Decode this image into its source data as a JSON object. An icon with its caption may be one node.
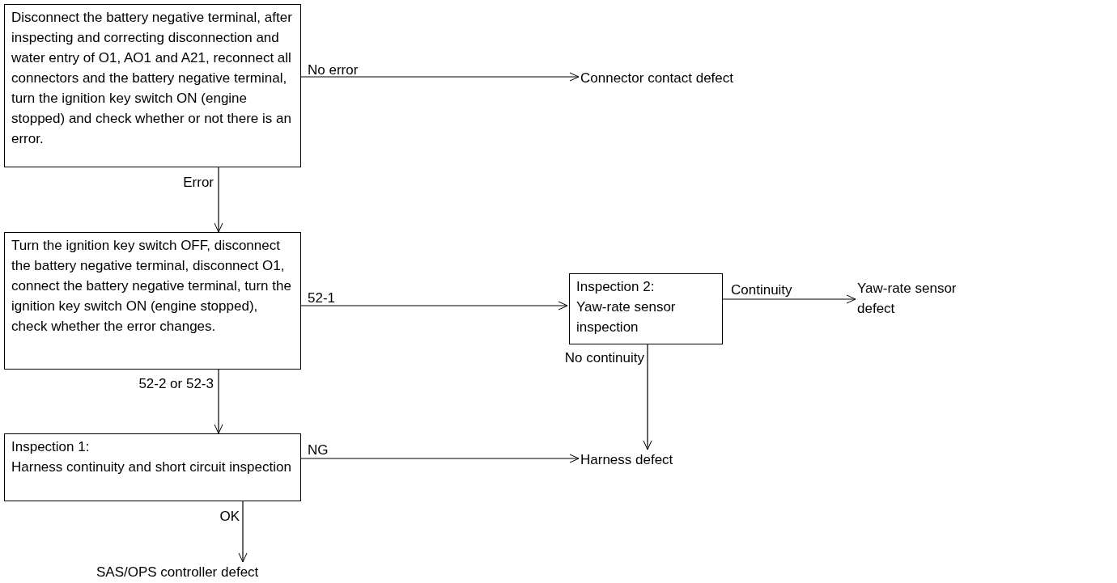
{
  "diagram": {
    "nodes": [
      {
        "text": [
          "Disconnect the battery negative terminal, after inspecting and correcting disconnection and water entry of O1, AO1 and A21, reconnect all connectors and the battery negative terminal, turn the ignition key switch ON (engine stopped) and check whether or not there is an error."
        ]
      },
      {
        "text": [
          "Connector contact defect"
        ]
      },
      {
        "text": [
          "Turn the ignition key switch OFF, disconnect the battery negative terminal, disconnect O1, connect the battery negative terminal, turn the ignition key switch ON (engine stopped), check whether the error changes."
        ]
      },
      {
        "text": [
          "Inspection 2:",
          "Yaw-rate sensor inspection"
        ]
      },
      {
        "text": [
          "Yaw-rate sensor defect"
        ]
      },
      {
        "text": [
          "Inspection 1:",
          "Harness continuity and short circuit inspection"
        ]
      },
      {
        "text": [
          "Harness defect"
        ]
      },
      {
        "text": [
          "SAS/OPS controller defect"
        ]
      }
    ],
    "edges": [
      {
        "from": 0,
        "to": 1,
        "arrow": "to",
        "label": "No error"
      },
      {
        "from": 0,
        "to": 2,
        "arrow": "to",
        "label": "Error"
      },
      {
        "from": 2,
        "to": 3,
        "arrow": "to",
        "label": "52-1"
      },
      {
        "from": 3,
        "to": 4,
        "arrow": "to",
        "label": "Continuity"
      },
      {
        "from": 3,
        "to": 6,
        "arrow": "to",
        "label": "No continuity"
      },
      {
        "from": 2,
        "to": 5,
        "arrow": "to",
        "label": "52-2 or 52-3"
      },
      {
        "from": 5,
        "to": 6,
        "arrow": "to",
        "label": "NG"
      },
      {
        "from": 5,
        "to": 7,
        "arrow": "to",
        "label": "OK"
      }
    ]
  }
}
